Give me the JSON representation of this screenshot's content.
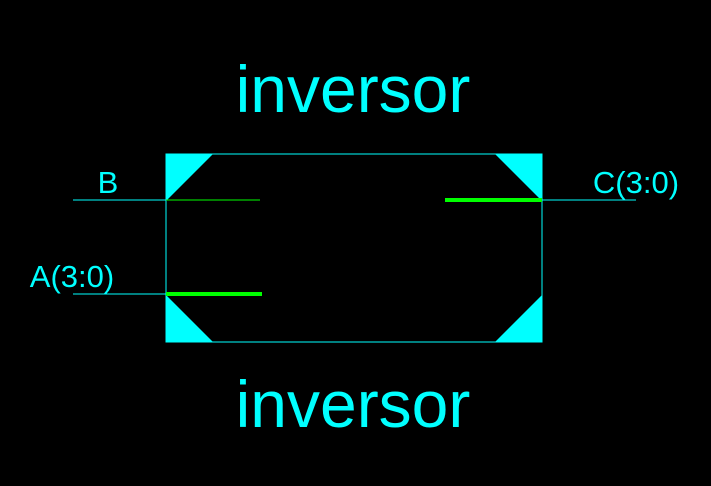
{
  "symbol": {
    "name_top": "inversor",
    "name_bottom": "inversor"
  },
  "ports": {
    "b": "B",
    "a": "A(3:0)",
    "c": "C(3:0)"
  },
  "colors": {
    "background": "#000000",
    "outline": "#00FFFF",
    "text": "#00FFFF",
    "pin_wire": "#00FF00"
  }
}
